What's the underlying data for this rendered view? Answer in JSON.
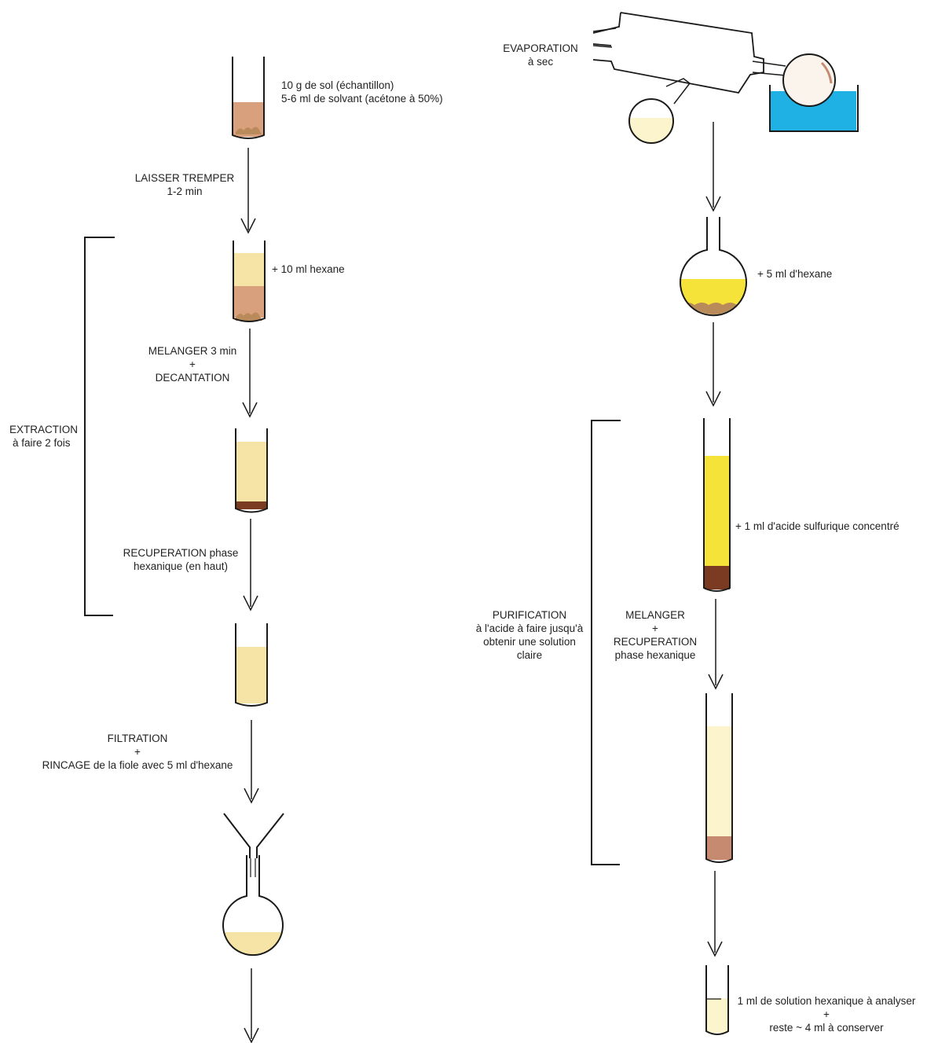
{
  "colors": {
    "soil": "#d9a07e",
    "soil_particles": "#b98a5a",
    "pale_yellow": "#f6e4a6",
    "very_pale_yellow": "#fbf4cc",
    "bright_yellow": "#f6e33a",
    "sediment_dark": "#7a3b22",
    "sediment_light": "#c58a70",
    "water_bath": "#1fb1e3",
    "line": "#1a1a1a"
  },
  "left_column": {
    "step1": {
      "line1": "10 g de sol (échantillon)",
      "line2": "5-6 ml de solvant (acétone à 50%)"
    },
    "arrow1": {
      "line1": "LAISSER TREMPER",
      "line2": "1-2 min"
    },
    "step2": {
      "label": "+ 10 ml hexane"
    },
    "arrow2": {
      "line1": "MELANGER 3 min",
      "line2": "+",
      "line3": "DECANTATION"
    },
    "extraction": {
      "line1": "EXTRACTION",
      "line2": "à faire 2 fois"
    },
    "arrow3": {
      "line1": "RECUPERATION phase",
      "line2": "hexanique (en haut)"
    },
    "arrow4": {
      "line1": "FILTRATION",
      "line2": "+",
      "line3": "RINCAGE de la fiole avec 5 ml d'hexane"
    }
  },
  "right_column": {
    "evaporation": {
      "line1": "EVAPORATION",
      "line2": "à sec"
    },
    "flask": {
      "label": "+ 5 ml d'hexane"
    },
    "acid_tube": {
      "label": "+ 1 ml d'acide sulfurique concentré"
    },
    "purification": {
      "line1": "PURIFICATION",
      "line2": "à l'acide à faire jusqu'à",
      "line3": "obtenir une solution",
      "line4": "claire"
    },
    "arrow_mix": {
      "line1": "MELANGER",
      "line2": "+",
      "line3": "RECUPERATION",
      "line4": "phase hexanique"
    },
    "final": {
      "line1": "1 ml de solution hexanique à analyser",
      "line2": "+",
      "line3": "reste ~ 4 ml à conserver"
    }
  }
}
